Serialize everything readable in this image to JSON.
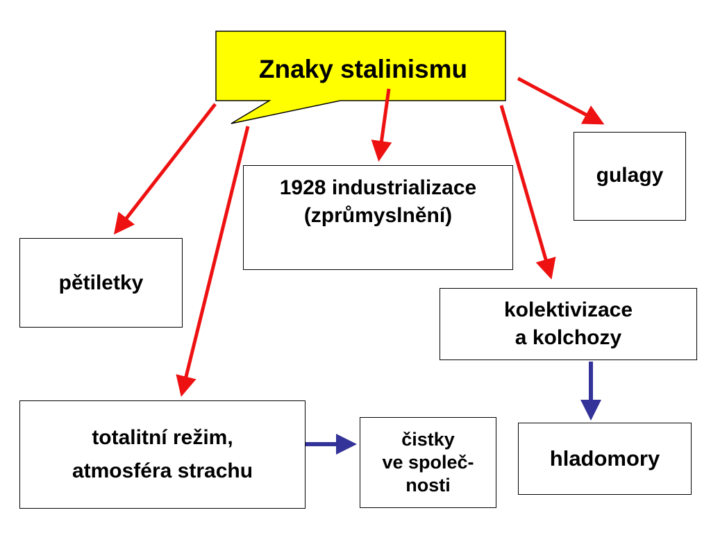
{
  "title": "Znaky stalinismu",
  "nodes": {
    "petiletky": [
      "pětiletky"
    ],
    "industrializace": [
      "1928 industrializace",
      "(zprůmyslnění)"
    ],
    "gulagy": [
      "gulagy"
    ],
    "kolektivizace": [
      "kolektivizace",
      "a kolchozy"
    ],
    "totalitni": [
      "totalitní režim,",
      "atmosféra strachu"
    ],
    "cistky": [
      "čistky",
      "ve společ-",
      "nosti"
    ],
    "hladomory": [
      "hladomory"
    ]
  },
  "colors": {
    "callout_fill": "#ffff00",
    "red_arrow": "#ee1111",
    "blue_arrow": "#333399"
  }
}
